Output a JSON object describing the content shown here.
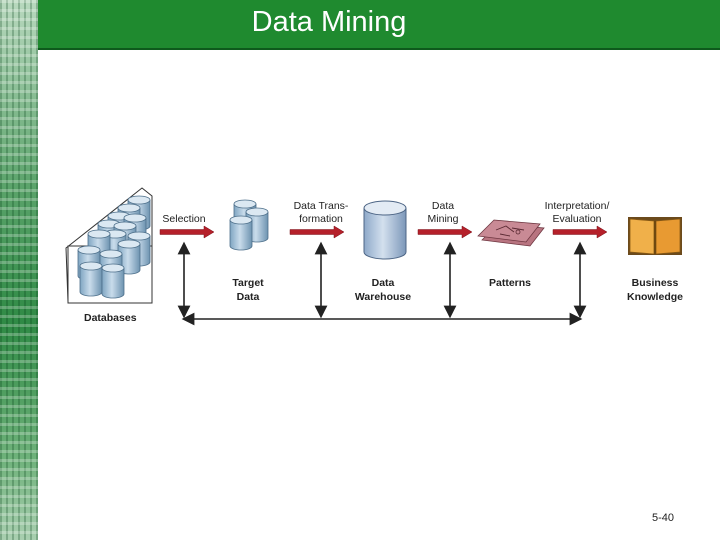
{
  "slide": {
    "title": "Data Mining",
    "number": "5-40"
  },
  "diagram": {
    "steps": {
      "selection": "Selection",
      "transformation_line1": "Data Trans-",
      "transformation_line2": "formation",
      "mining_line1": "Data",
      "mining_line2": "Mining",
      "interpretation_line1": "Interpretation/",
      "interpretation_line2": "Evaluation"
    },
    "stores": {
      "databases": "Databases",
      "target_line1": "Target",
      "target_line2": "Data",
      "warehouse_line1": "Data",
      "warehouse_line2": "Warehouse",
      "patterns": "Patterns",
      "knowledge_line1": "Business",
      "knowledge_line2": "Knowledge"
    },
    "colors": {
      "cylinder": "#9fbfd6",
      "arrow_red": "#b5202a",
      "book": "#e8a23a"
    }
  }
}
